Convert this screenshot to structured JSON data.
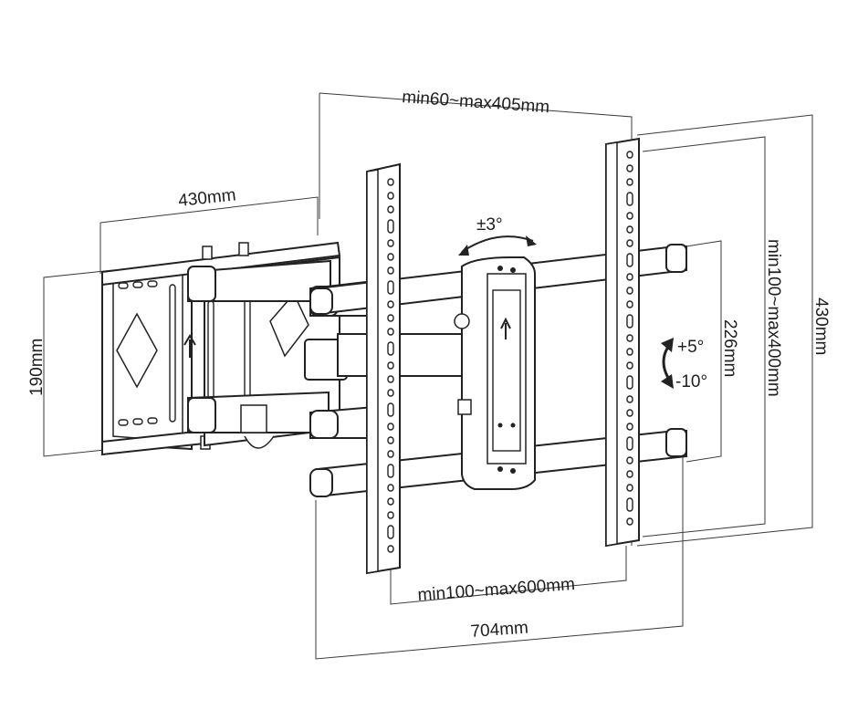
{
  "dimensions": {
    "depth_range": "min60~max405mm",
    "wall_plate_width": "430mm",
    "wall_plate_height": "190mm",
    "swivel": "±3°",
    "tilt_up": "+5°",
    "tilt_down": "-10°",
    "rail_spacing": "226mm",
    "vesa_vertical": "min100~max400mm",
    "bracket_height": "430mm",
    "vesa_horizontal": "min100~max600mm",
    "total_width": "704mm"
  },
  "colors": {
    "line": "#222222",
    "dimension_line": "#3a3a3a",
    "background": "#ffffff"
  }
}
